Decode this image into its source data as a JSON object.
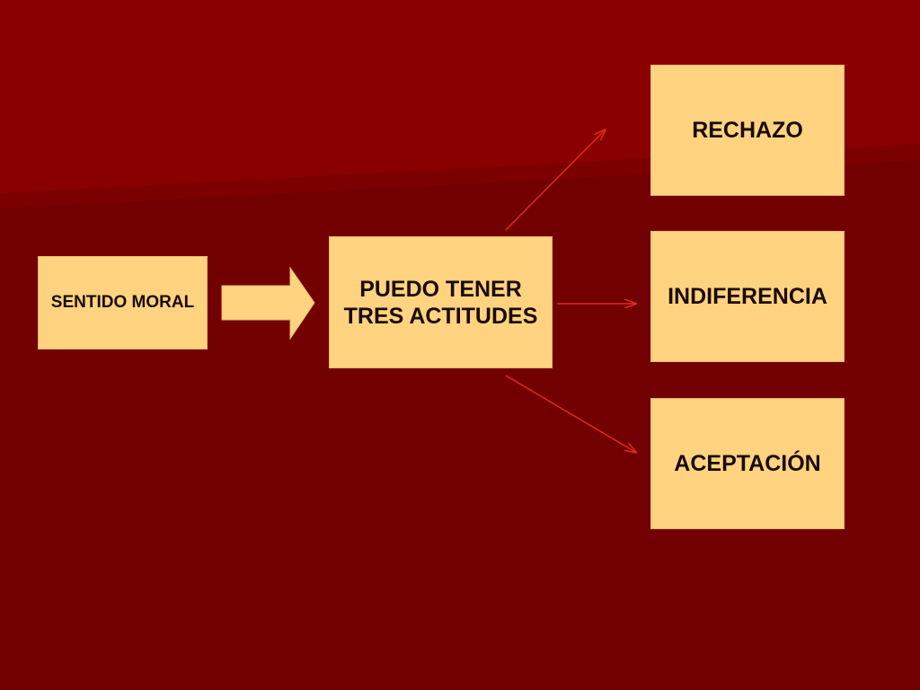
{
  "colors": {
    "background": "#720000",
    "background_highlight": "#8c0000",
    "box_fill": "#ffd380",
    "arrow": "#e02a1e"
  },
  "nodes": {
    "sentido_moral": "SENTIDO MORAL",
    "puedo_tener": {
      "line1": "PUEDO TENER",
      "line2": "TRES ACTITUDES"
    },
    "rechazo": "RECHAZO",
    "indiferencia": "INDIFERENCIA",
    "aceptacion": "ACEPTACIÓN"
  },
  "edges": [
    {
      "from": "sentido_moral",
      "to": "puedo_tener",
      "style": "block-arrow"
    },
    {
      "from": "puedo_tener",
      "to": "rechazo",
      "style": "line-arrow"
    },
    {
      "from": "puedo_tener",
      "to": "indiferencia",
      "style": "line-arrow"
    },
    {
      "from": "puedo_tener",
      "to": "aceptacion",
      "style": "line-arrow"
    }
  ]
}
